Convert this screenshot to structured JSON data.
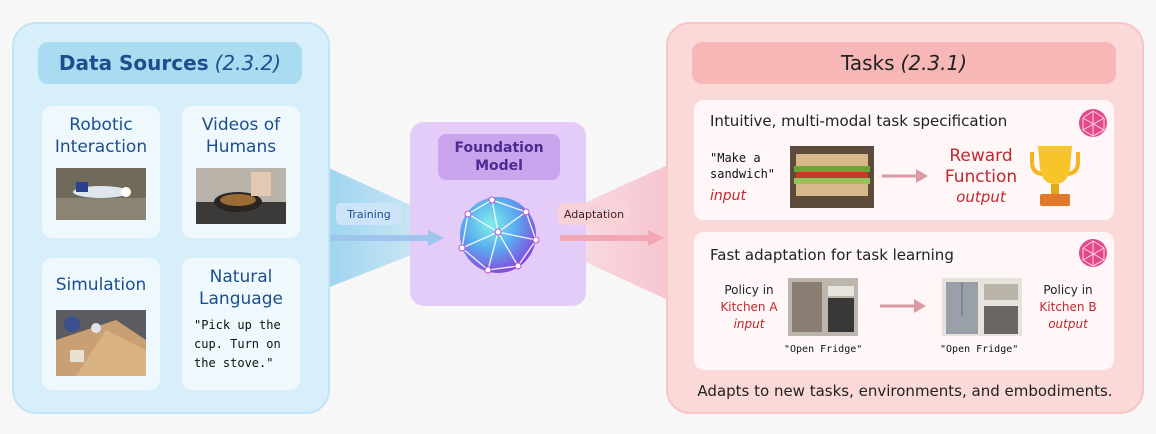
{
  "data_sources": {
    "title": "Data Sources",
    "section": "(2.3.2)",
    "cards": {
      "robotic": {
        "title_line1": "Robotic",
        "title_line2": "Interaction"
      },
      "videos": {
        "title_line1": "Videos of",
        "title_line2": "Humans"
      },
      "simulation": {
        "title_line1": "Simulation"
      },
      "language": {
        "title_line1": "Natural",
        "title_line2": "Language",
        "quote_line1": "\"Pick up the",
        "quote_line2": "cup. Turn on",
        "quote_line3": "the stove.\""
      }
    }
  },
  "center": {
    "title_line1": "Foundation",
    "title_line2": "Model",
    "training_label": "Training",
    "adaptation_label": "Adaptation"
  },
  "tasks": {
    "title": "Tasks",
    "section": "(2.3.1)",
    "spec": {
      "heading": "Intuitive, multi-modal task specification",
      "input_text_line1": "\"Make a",
      "input_text_line2": "sandwich\"",
      "input_label": "input",
      "output_line1": "Reward",
      "output_line2": "Function",
      "output_label": "output"
    },
    "adapt": {
      "heading": "Fast adaptation for task learning",
      "left_line1": "Policy in",
      "left_line2": "Kitchen A",
      "input_label": "input",
      "left_caption": "\"Open Fridge\"",
      "right_line1": "Policy in",
      "right_line2": "Kitchen B",
      "output_label": "output",
      "right_caption": "\"Open Fridge\""
    },
    "footer": "Adapts to new tasks, environments, and embodiments."
  },
  "colors": {
    "left_panel": "#d6effb",
    "right_panel": "#fbd9d9",
    "center_panel": "#e3ccf7",
    "accent_red": "#c0282e",
    "accent_blue": "#1d4f8f"
  }
}
